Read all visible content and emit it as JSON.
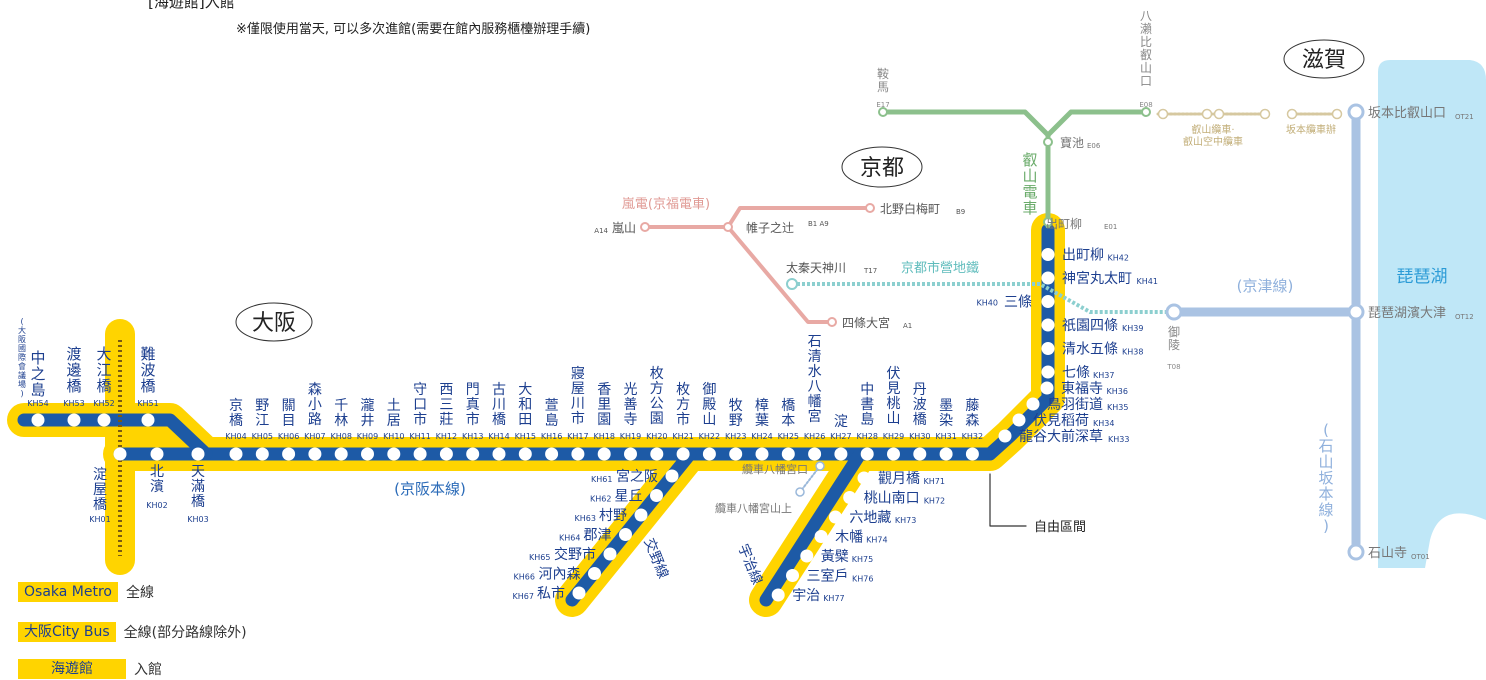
{
  "header_text": "[海遊館]入館",
  "note": "※僅限使用當天, 可以多次進館(需要在館內服務櫃檯辦理手續)",
  "regions": {
    "osaka": "大阪",
    "kyoto": "京都",
    "shiga": "滋賀"
  },
  "lines": {
    "keihan_main": "(京阪本線)",
    "katano": "交野線",
    "uji": "宇治線",
    "arashiden": "嵐電(京福電車)",
    "kyoto_subway": "京都市營地鐵",
    "eizan": "叡山電車",
    "keishin": "(京津線)",
    "ishiyama": "(石山坂本線)",
    "biwako": "琵琶湖",
    "eizan_cable": [
      "叡山纜車·",
      "叡山空中纜車"
    ],
    "sakamoto_cable": "坂本纜車辦",
    "free_section": "自由區間",
    "otokoyama_cable_bottom": "纜車八幡宮口",
    "otokoyama_cable_top": "纜車八幡宮山上"
  },
  "osaka_metro_stations": [
    {
      "name": "(大阪國際會議場)中之島",
      "v": "(大阪國際會議場)",
      "n": "中之島",
      "code": "KH54"
    },
    {
      "name": "渡邊橋",
      "code": "KH53"
    },
    {
      "name": "大江橋",
      "code": "KH52"
    },
    {
      "name": "難波橋",
      "code": "KH51"
    }
  ],
  "keihan_main_stations": [
    {
      "name": "淀屋橋",
      "code": "KH01"
    },
    {
      "name": "北濱",
      "code": "KH02"
    },
    {
      "name": "天滿橋",
      "code": "KH03"
    },
    {
      "name": "京橋",
      "code": "KH04"
    },
    {
      "name": "野江",
      "code": "KH05"
    },
    {
      "name": "關目",
      "code": "KH06"
    },
    {
      "name": "森小路",
      "code": "KH07"
    },
    {
      "name": "千林",
      "code": "KH08"
    },
    {
      "name": "瀧井",
      "code": "KH09"
    },
    {
      "name": "土居",
      "code": "KH10"
    },
    {
      "name": "守口市",
      "code": "KH11"
    },
    {
      "name": "西三莊",
      "code": "KH12"
    },
    {
      "name": "門真市",
      "code": "KH13"
    },
    {
      "name": "古川橋",
      "code": "KH14"
    },
    {
      "name": "大和田",
      "code": "KH15"
    },
    {
      "name": "萱島",
      "code": "KH16"
    },
    {
      "name": "寢屋川市",
      "code": "KH17"
    },
    {
      "name": "香里園",
      "code": "KH18"
    },
    {
      "name": "光善寺",
      "code": "KH19"
    },
    {
      "name": "枚方公園",
      "code": "KH20"
    },
    {
      "name": "枚方市",
      "code": "KH21"
    },
    {
      "name": "御殿山",
      "code": "KH22"
    },
    {
      "name": "牧野",
      "code": "KH23"
    },
    {
      "name": "樟葉",
      "code": "KH24"
    },
    {
      "name": "橋本",
      "code": "KH25"
    },
    {
      "name": "石清水八幡宮",
      "code": "KH26"
    },
    {
      "name": "淀",
      "code": "KH27"
    },
    {
      "name": "中書島",
      "code": "KH28"
    },
    {
      "name": "伏見桃山",
      "code": "KH29"
    },
    {
      "name": "丹波橋",
      "code": "KH30"
    },
    {
      "name": "墨染",
      "code": "KH31"
    },
    {
      "name": "藤森",
      "code": "KH32"
    },
    {
      "name": "龍谷大前深草",
      "code": "KH33"
    },
    {
      "name": "伏見稻荷",
      "code": "KH34"
    },
    {
      "name": "鳥羽街道",
      "code": "KH35"
    },
    {
      "name": "東福寺",
      "code": "KH36"
    },
    {
      "name": "七條",
      "code": "KH37"
    },
    {
      "name": "清水五條",
      "code": "KH38"
    },
    {
      "name": "祇園四條",
      "code": "KH39"
    },
    {
      "name": "三條",
      "code": "KH40"
    },
    {
      "name": "神宮丸太町",
      "code": "KH41"
    },
    {
      "name": "出町柳",
      "code": "KH42"
    }
  ],
  "katano_stations": [
    {
      "name": "宮之阪",
      "code": "KH61"
    },
    {
      "name": "星丘",
      "code": "KH62"
    },
    {
      "name": "村野",
      "code": "KH63"
    },
    {
      "name": "郡津",
      "code": "KH64"
    },
    {
      "name": "交野市",
      "code": "KH65"
    },
    {
      "name": "河內森",
      "code": "KH66"
    },
    {
      "name": "私市",
      "code": "KH67"
    }
  ],
  "uji_stations": [
    {
      "name": "觀月橋",
      "code": "KH71"
    },
    {
      "name": "桃山南口",
      "code": "KH72"
    },
    {
      "name": "六地藏",
      "code": "KH73"
    },
    {
      "name": "木幡",
      "code": "KH74"
    },
    {
      "name": "黃檗",
      "code": "KH75"
    },
    {
      "name": "三室戶",
      "code": "KH76"
    },
    {
      "name": "宇治",
      "code": "KH77"
    }
  ],
  "eizan_stations": [
    {
      "name": "鞍馬",
      "code": "E17"
    },
    {
      "name": "八瀨比叡山口",
      "code": "E08"
    },
    {
      "name": "寶池",
      "code": "E06"
    },
    {
      "name": "出町柳",
      "code": "E01"
    }
  ],
  "arashiden_stations": [
    {
      "name": "嵐山",
      "code": "A14"
    },
    {
      "name": "帷子之辻",
      "code": "B1 A9"
    },
    {
      "name": "北野白梅町",
      "code": "B9"
    },
    {
      "name": "四條大宮",
      "code": "A1"
    }
  ],
  "subway_stations": [
    {
      "name": "太秦天神川",
      "code": "T17"
    }
  ],
  "otsu_stations": [
    {
      "name": "御陵",
      "code": "T08"
    },
    {
      "name": "坂本比叡山口",
      "code": "OT21"
    },
    {
      "name": "琵琶湖濱大津",
      "code": "OT12"
    },
    {
      "name": "石山寺",
      "code": "OT01"
    }
  ],
  "legend": [
    {
      "label": "Osaka Metro",
      "desc": "全線"
    },
    {
      "label": "大阪City Bus",
      "desc": "全線(部分路線除外)"
    },
    {
      "label": "海遊館",
      "desc": "入館"
    }
  ],
  "colors": {
    "pass_area": "#ffd400",
    "keihan": "#1d5aa6",
    "eizan": "#8cc08c",
    "arashiden": "#e8a9a4",
    "subway": "#8ccfcf",
    "otsu_lines": "#aac3e3",
    "lake": "#bfe7f7",
    "cable": "#d6c8a0"
  }
}
